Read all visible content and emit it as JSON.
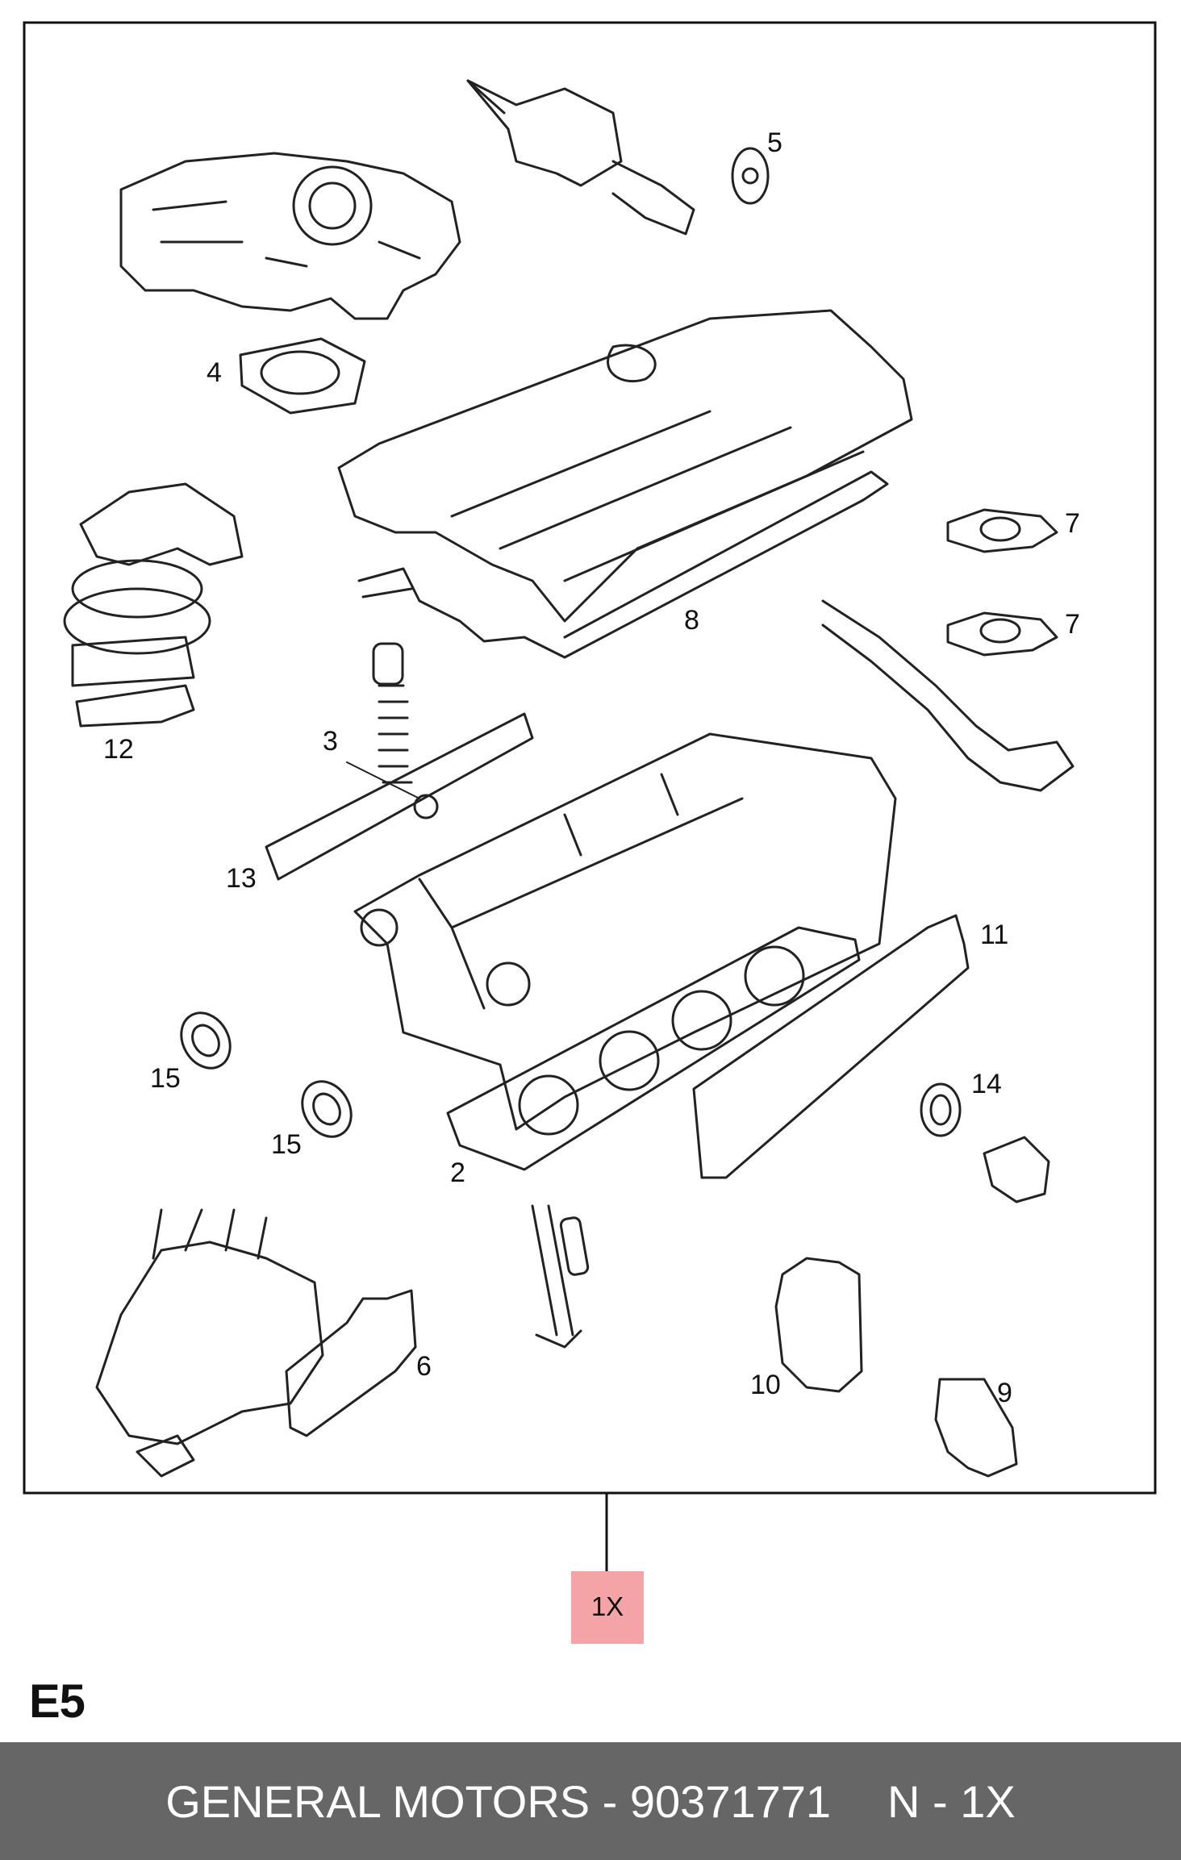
{
  "diagram": {
    "callouts": [
      "5",
      "4",
      "7",
      "7",
      "8",
      "12",
      "3",
      "13",
      "11",
      "15",
      "15",
      "14",
      "2",
      "6",
      "10",
      "9"
    ],
    "quantity_badge": {
      "label": "1X",
      "color": "#f4a3a6"
    }
  },
  "section_code": "E5",
  "footer": {
    "brand_part": "GENERAL MOTORS - 90371771",
    "qty": "N - 1X",
    "background": "#666666"
  }
}
